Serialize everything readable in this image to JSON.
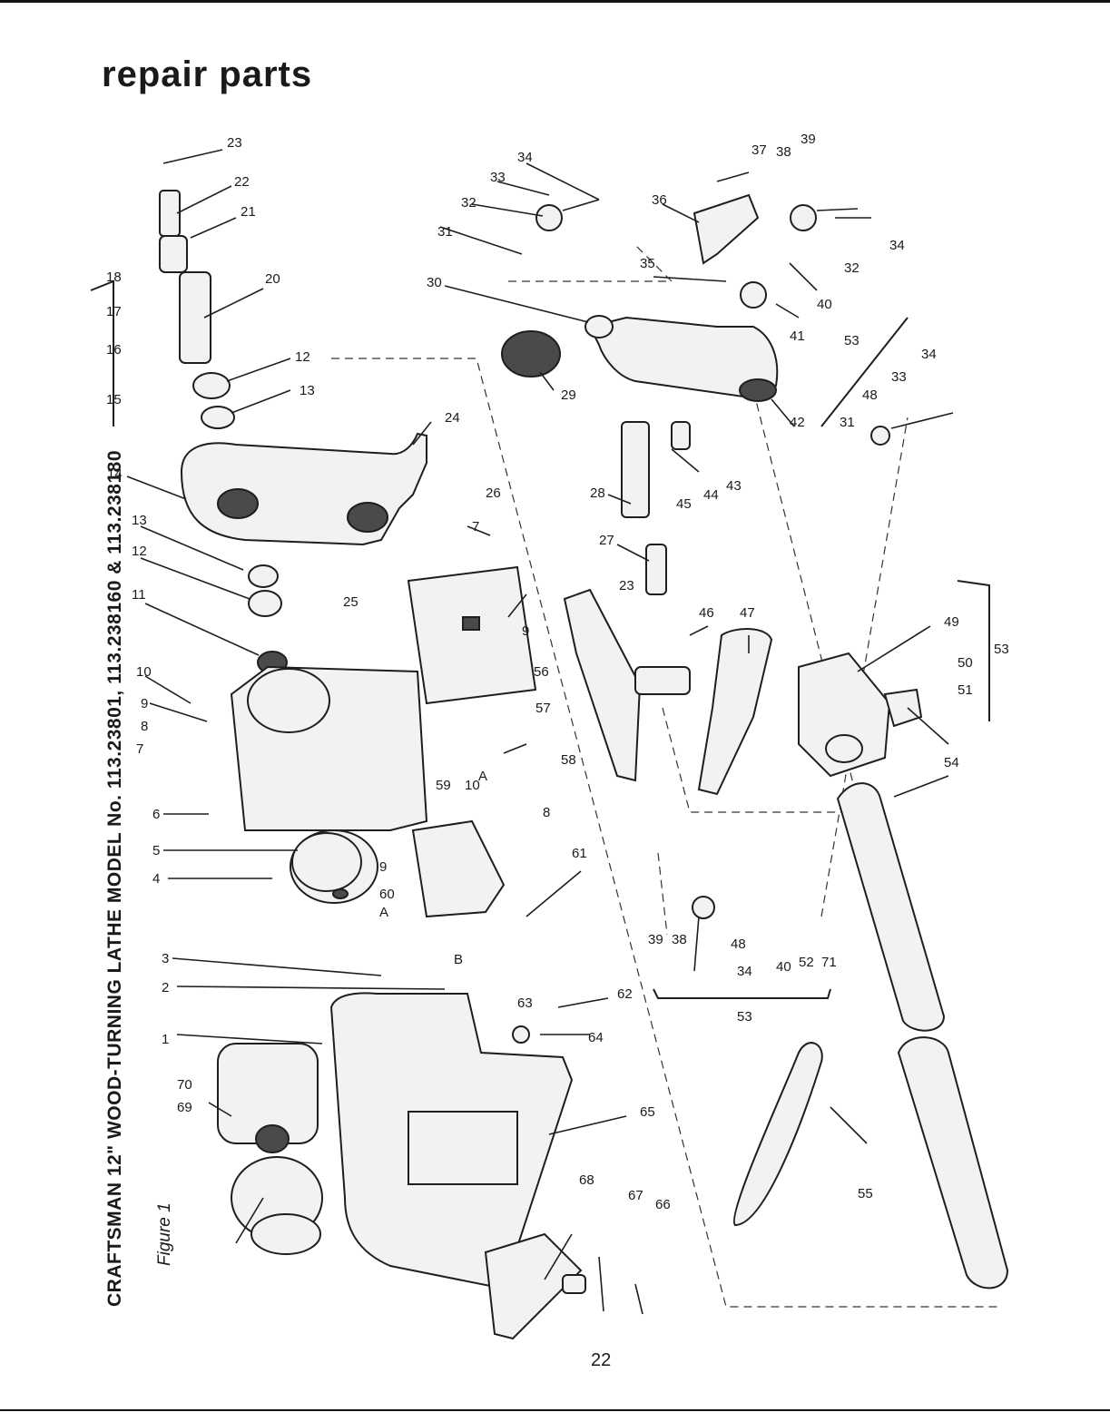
{
  "page": {
    "heading": "repair parts",
    "model_title": "CRAFTSMAN 12\" WOOD-TURNING LATHE MODEL No. 113.23801, 113.238160 & 113.238180",
    "figure_caption": "Figure 1",
    "page_number": "22"
  },
  "callouts": [
    "1",
    "2",
    "3",
    "4",
    "5",
    "6",
    "7",
    "7",
    "8",
    "8",
    "9",
    "9",
    "9",
    "10",
    "10",
    "11",
    "12",
    "12",
    "13",
    "13",
    "14",
    "15",
    "16",
    "17",
    "18",
    "20",
    "21",
    "22",
    "23",
    "23",
    "24",
    "25",
    "26",
    "27",
    "28",
    "29",
    "30",
    "31",
    "31",
    "32",
    "32",
    "33",
    "33",
    "34",
    "34",
    "34",
    "34",
    "35",
    "36",
    "37",
    "38",
    "38",
    "39",
    "39",
    "40",
    "40",
    "41",
    "42",
    "43",
    "44",
    "45",
    "46",
    "47",
    "48",
    "48",
    "49",
    "50",
    "51",
    "52",
    "53",
    "53",
    "53",
    "54",
    "55",
    "56",
    "57",
    "58",
    "59",
    "60",
    "61",
    "62",
    "63",
    "64",
    "65",
    "66",
    "67",
    "68",
    "69",
    "70",
    "71",
    "A",
    "A",
    "B"
  ],
  "colors": {
    "ink": "#1e1e1e",
    "paper": "#ffffff"
  }
}
